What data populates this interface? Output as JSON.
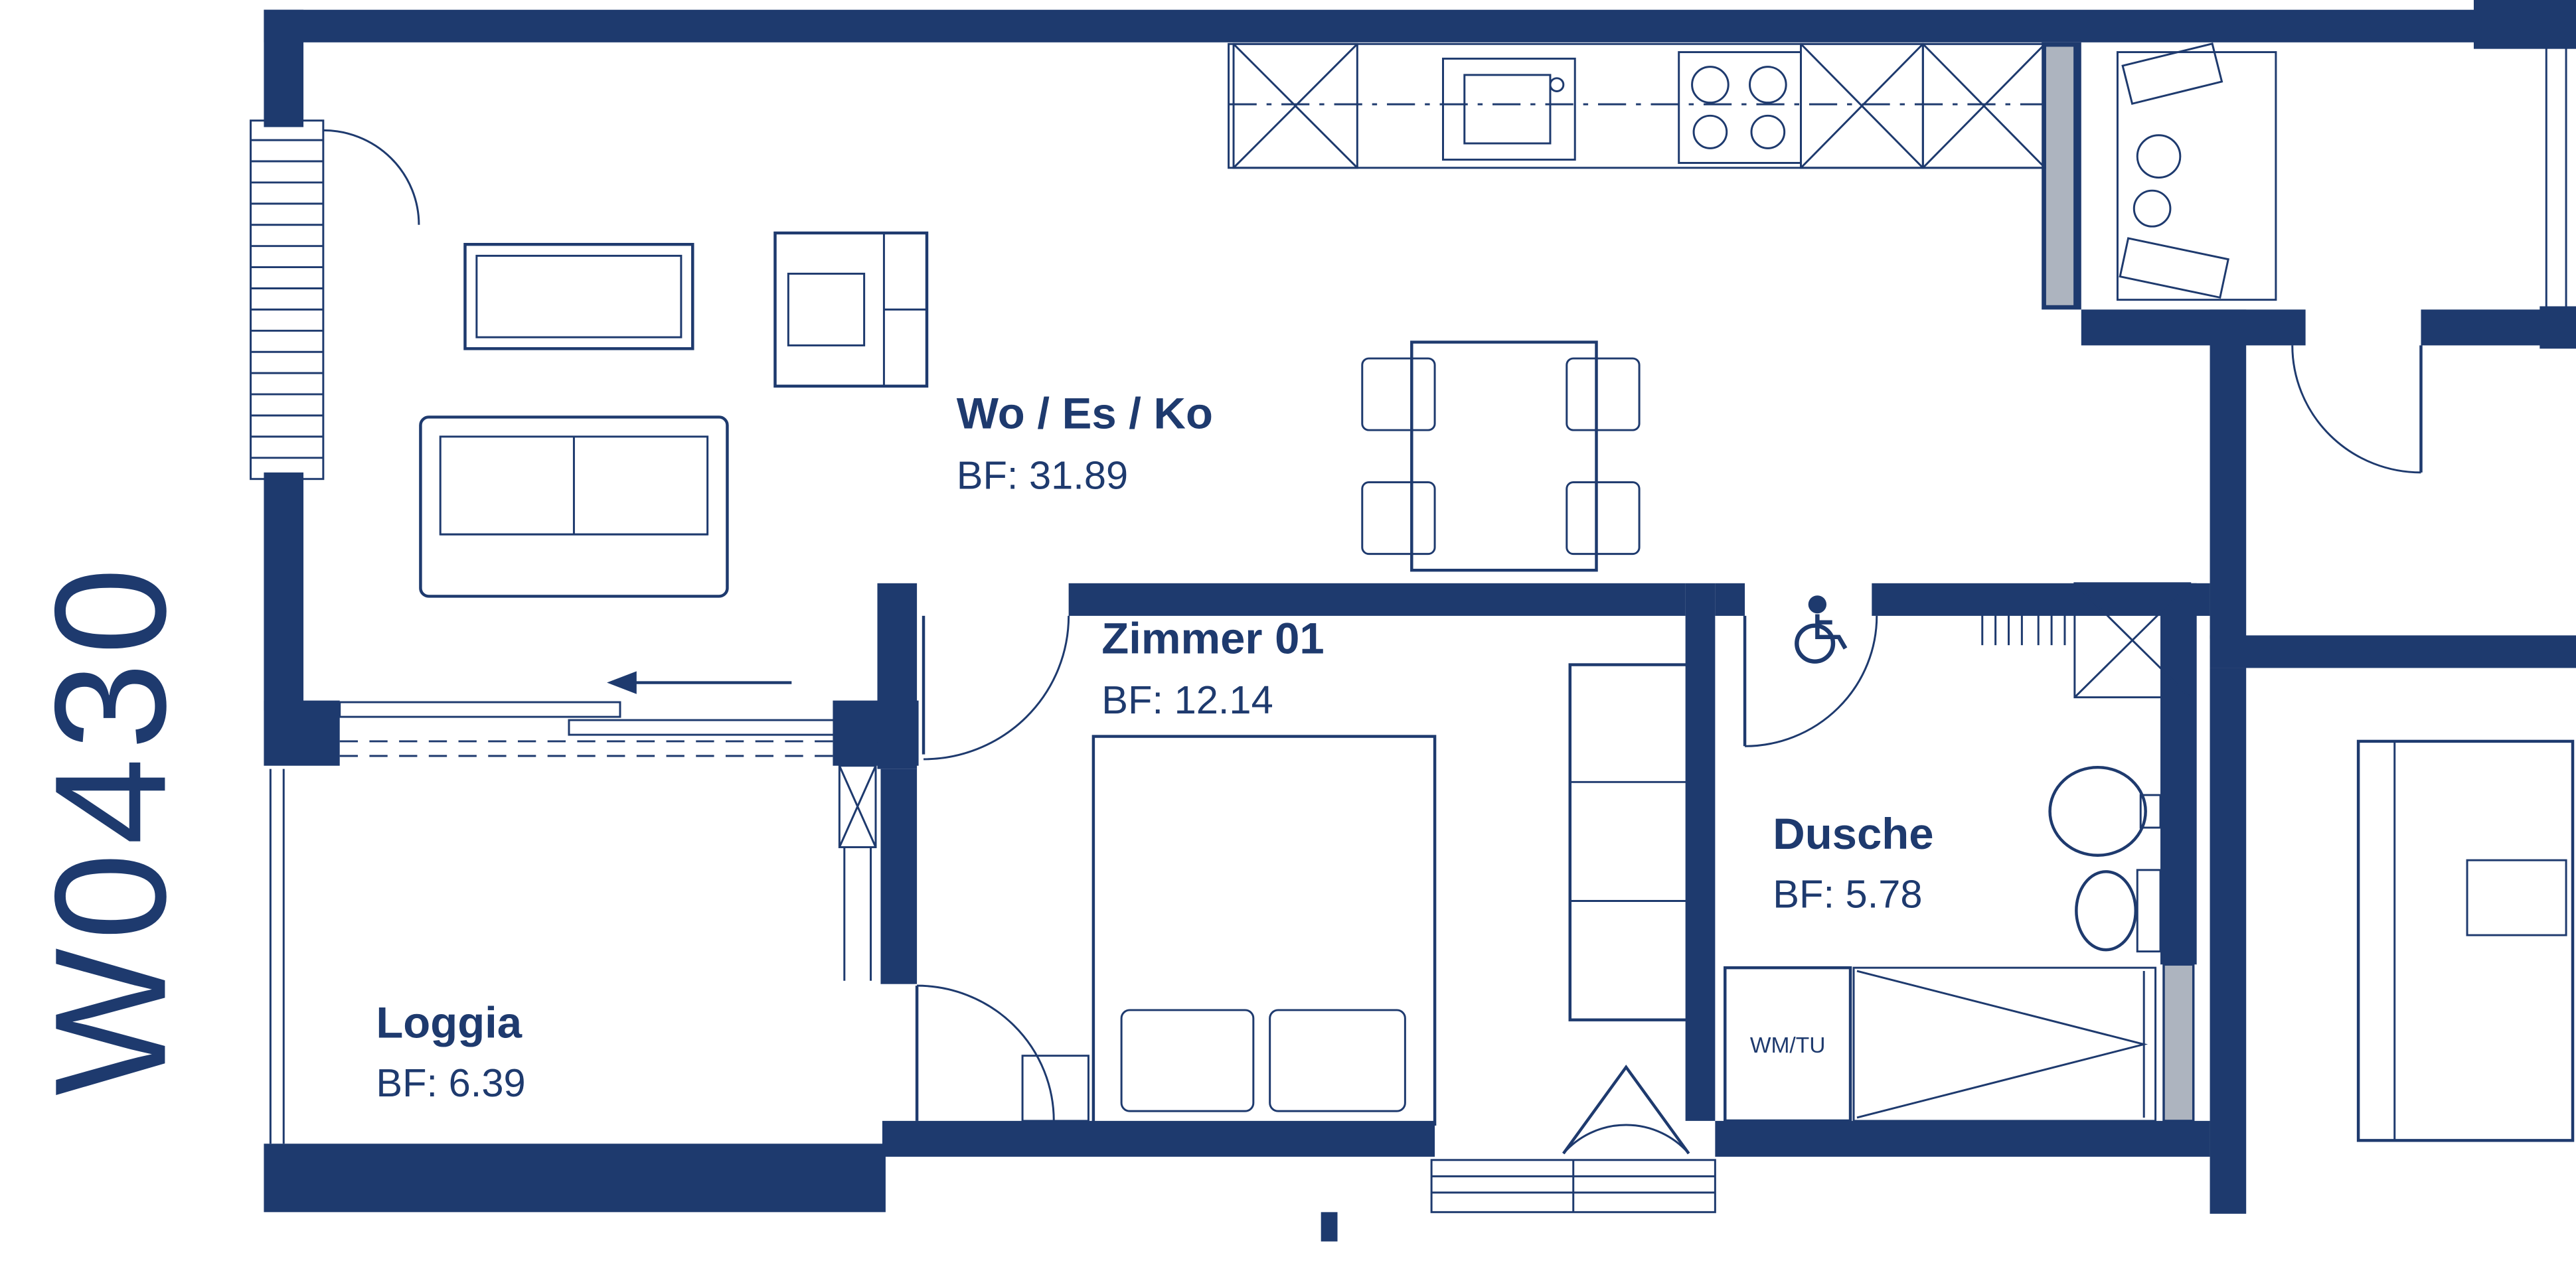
{
  "plan": {
    "code": "W0430",
    "rooms": [
      {
        "name": "Wo / Es / Ko",
        "area": "BF: 31.89"
      },
      {
        "name": "Zimmer 01",
        "area": "BF: 12.14"
      },
      {
        "name": "Dusche",
        "area": "BF: 5.78"
      },
      {
        "name": "Loggia",
        "area": "BF: 6.39"
      }
    ],
    "appliance_label": "WM/TU"
  },
  "colors": {
    "navy": "#1e3a6e",
    "gray": "#adb4bf",
    "paper": "#ffffff"
  }
}
